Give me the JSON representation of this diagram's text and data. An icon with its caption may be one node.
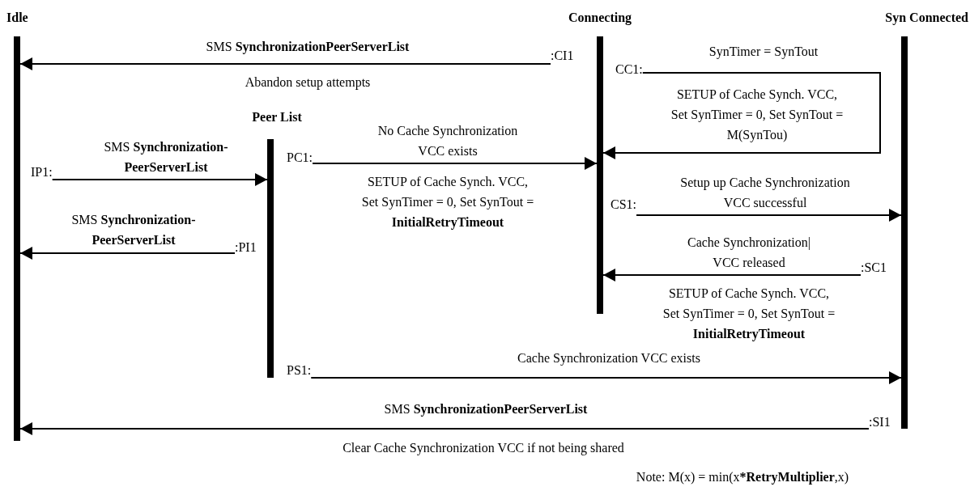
{
  "diagram": {
    "nodes": [
      {
        "text": [],
        "shape": "bar",
        "beside": [
          "Idle"
        ]
      },
      {
        "text": [],
        "shape": "bar",
        "beside": [
          "Connecting"
        ]
      },
      {
        "text": [],
        "shape": "bar",
        "beside": [
          "Syn Connected"
        ]
      },
      {
        "text": [],
        "shape": "bar",
        "beside": [
          "Peer List"
        ]
      },
      {
        "text": [
          ":CI1"
        ]
      },
      {
        "text": [
          "CC1:"
        ]
      },
      {
        "text": [
          "IP1:"
        ]
      },
      {
        "text": [
          "PC1:"
        ]
      },
      {
        "text": [
          "CS1:"
        ]
      },
      {
        "text": [
          ":PI1"
        ]
      },
      {
        "text": [
          ":SC1"
        ]
      },
      {
        "text": [
          "PS1:"
        ]
      },
      {
        "text": [
          ":SI1"
        ]
      }
    ],
    "edges": [
      {
        "from": 4,
        "to": 0,
        "arrow": "to",
        "label": "SMS **SynchronizationPeerServerList**"
      },
      {
        "from": 5,
        "to": 1,
        "arrow": "to",
        "label": "SynTimer = SynTout"
      },
      {
        "from": 6,
        "to": 3,
        "arrow": "to",
        "label": "SMS **Synchronization- PeerServerList**"
      },
      {
        "from": 9,
        "to": 0,
        "arrow": "to",
        "label": "SMS **Synchronization- PeerServerList**"
      },
      {
        "from": 7,
        "to": 1,
        "arrow": "to",
        "label": "No Cache Synchronization VCC exists"
      },
      {
        "from": 8,
        "to": 2,
        "arrow": "to",
        "label": "Setup up Cache Synchronization VCC successful"
      },
      {
        "from": 10,
        "to": 1,
        "arrow": "to",
        "label": "Cache Synchronization| VCC released"
      },
      {
        "from": 11,
        "to": 2,
        "arrow": "to",
        "label": "Cache Synchronization VCC exists"
      },
      {
        "from": 12,
        "to": 0,
        "arrow": "to",
        "label": "SMS **SynchronizationPeerServerList**"
      }
    ],
    "labels": [
      "Abandon setup attempts",
      "SETUP of Cache Synch. VCC, Set SynTimer = 0, Set SynTout = M(SynTou)",
      "SETUP of Cache Synch. VCC, Set SynTimer = 0, Set SynTout = **InitialRetryTimeout**",
      "SETUP of Cache Synch. VCC, Set SynTimer = 0, Set SynTout = **InitialRetryTimeout**",
      "Clear Cache Synchronization VCC if not being shared",
      "Note: M(x) = min(x***RetryMultiplier**,x)"
    ]
  }
}
